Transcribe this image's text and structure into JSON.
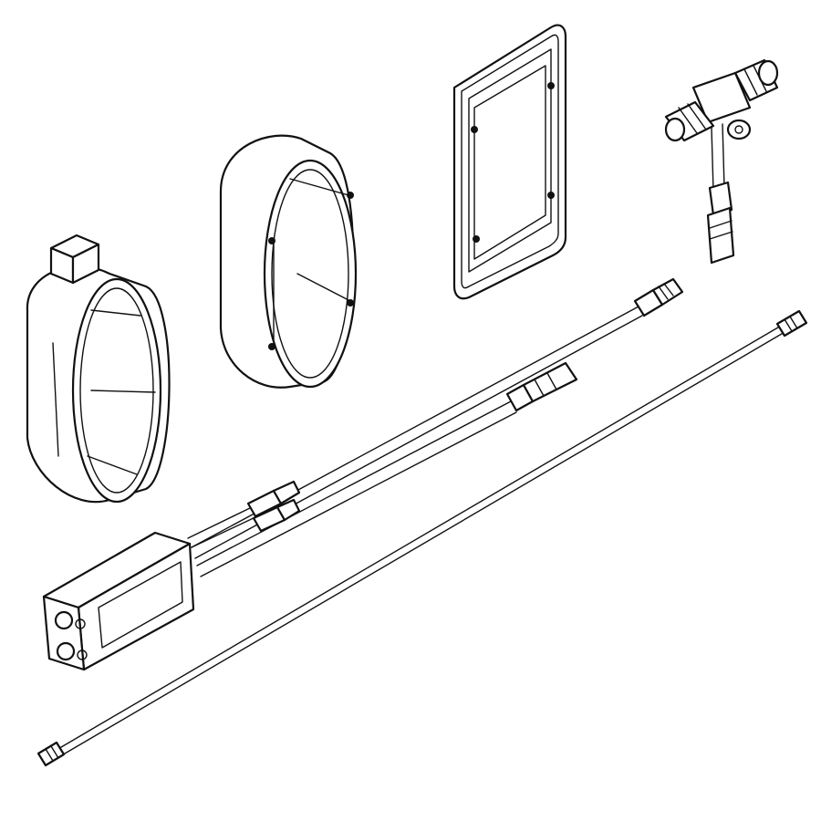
{
  "figure": {
    "kind": "exploded-view line drawing",
    "background": "#ffffff",
    "stroke_color": "#111111",
    "labels": []
  },
  "parts": [
    {
      "id": "tall-oval-housing",
      "icon": "oval-housing-with-port"
    },
    {
      "id": "short-oval-sleeve",
      "icon": "oval-sleeve"
    },
    {
      "id": "rectangular-cover-plate",
      "icon": "rounded-rectangle-plate"
    },
    {
      "id": "t-connector",
      "icon": "t-junction-connector"
    },
    {
      "id": "control-module-with-leads",
      "icon": "module-with-two-cable-leads"
    },
    {
      "id": "long-extension-cable",
      "icon": "long-cable"
    }
  ]
}
